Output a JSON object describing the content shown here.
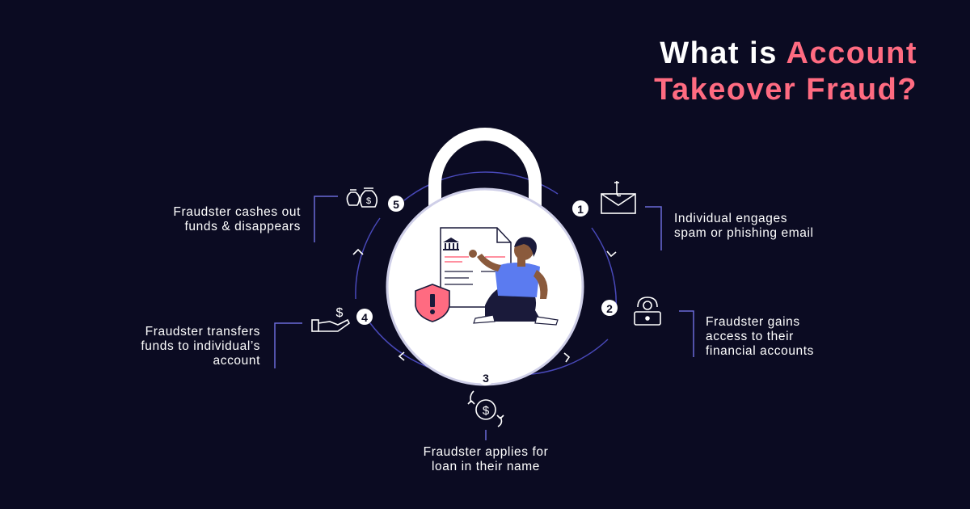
{
  "title": {
    "line1_plain": "What is",
    "line1_accent": "Account",
    "line2_accent": "Takeover Fraud?"
  },
  "steps": [
    {
      "number": "1",
      "icon": "phishing-email-icon",
      "lines": [
        "Individual engages",
        "spam or phishing email"
      ]
    },
    {
      "number": "2",
      "icon": "hacker-laptop-icon",
      "lines": [
        "Fraudster gains",
        "access to their",
        "financial accounts"
      ]
    },
    {
      "number": "3",
      "icon": "dollar-cycle-icon",
      "lines": [
        "Fraudster applies for",
        "loan in their name"
      ]
    },
    {
      "number": "4",
      "icon": "hand-dollar-icon",
      "lines": [
        "Fraudster transfers",
        "funds to individual’s",
        "account"
      ]
    },
    {
      "number": "5",
      "icon": "money-bags-icon",
      "lines": [
        "Fraudster cashes out",
        "funds & disappears"
      ]
    }
  ],
  "colors": {
    "background": "#0b0b22",
    "accent": "#ff6b81",
    "ring": "#5b5bd6",
    "lock_body": "#ffffff",
    "person_shirt": "#5b7bf0",
    "shield": "#ff6b81"
  }
}
